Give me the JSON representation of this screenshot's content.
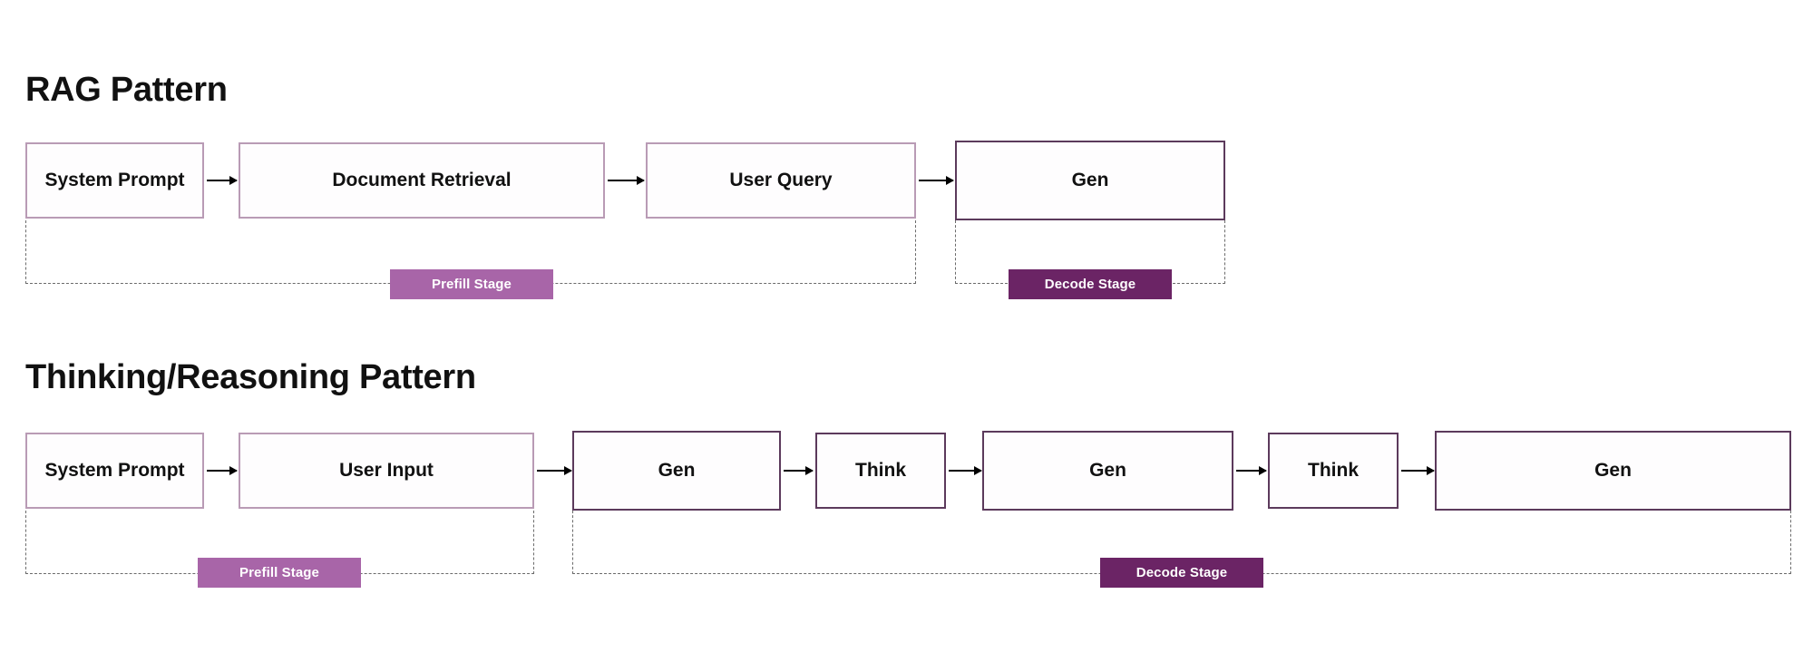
{
  "sections": [
    {
      "id": "rag",
      "title": "RAG Pattern",
      "nodes": [
        {
          "label": "System Prompt",
          "stage": "prefill"
        },
        {
          "label": "Document Retrieval",
          "stage": "prefill"
        },
        {
          "label": "User Query",
          "stage": "prefill"
        },
        {
          "label": "Gen",
          "stage": "decode"
        }
      ],
      "brackets": [
        {
          "label": "Prefill Stage",
          "stage": "prefill",
          "covers": [
            "System Prompt",
            "Document Retrieval",
            "User Query"
          ]
        },
        {
          "label": "Decode Stage",
          "stage": "decode",
          "covers": [
            "Gen"
          ]
        }
      ]
    },
    {
      "id": "thinking",
      "title": "Thinking/Reasoning  Pattern",
      "nodes": [
        {
          "label": "System Prompt",
          "stage": "prefill"
        },
        {
          "label": "User Input",
          "stage": "prefill"
        },
        {
          "label": "Gen",
          "stage": "decode"
        },
        {
          "label": "Think",
          "stage": "decode"
        },
        {
          "label": "Gen",
          "stage": "decode"
        },
        {
          "label": "Think",
          "stage": "decode"
        },
        {
          "label": "Gen",
          "stage": "decode"
        }
      ],
      "brackets": [
        {
          "label": "Prefill Stage",
          "stage": "prefill",
          "covers": [
            "System Prompt",
            "User Input"
          ]
        },
        {
          "label": "Decode Stage",
          "stage": "decode",
          "covers": [
            "Gen",
            "Think",
            "Gen",
            "Think",
            "Gen"
          ]
        }
      ]
    }
  ],
  "colors": {
    "prefill_border": "#b99bb5",
    "decode_border": "#5c3a5c",
    "prefill_badge": "#a865a8",
    "decode_badge": "#6b2465",
    "arrow": "#000000",
    "bracket": "#6b6b6b",
    "background": "#ffffff",
    "text": "#111111"
  }
}
